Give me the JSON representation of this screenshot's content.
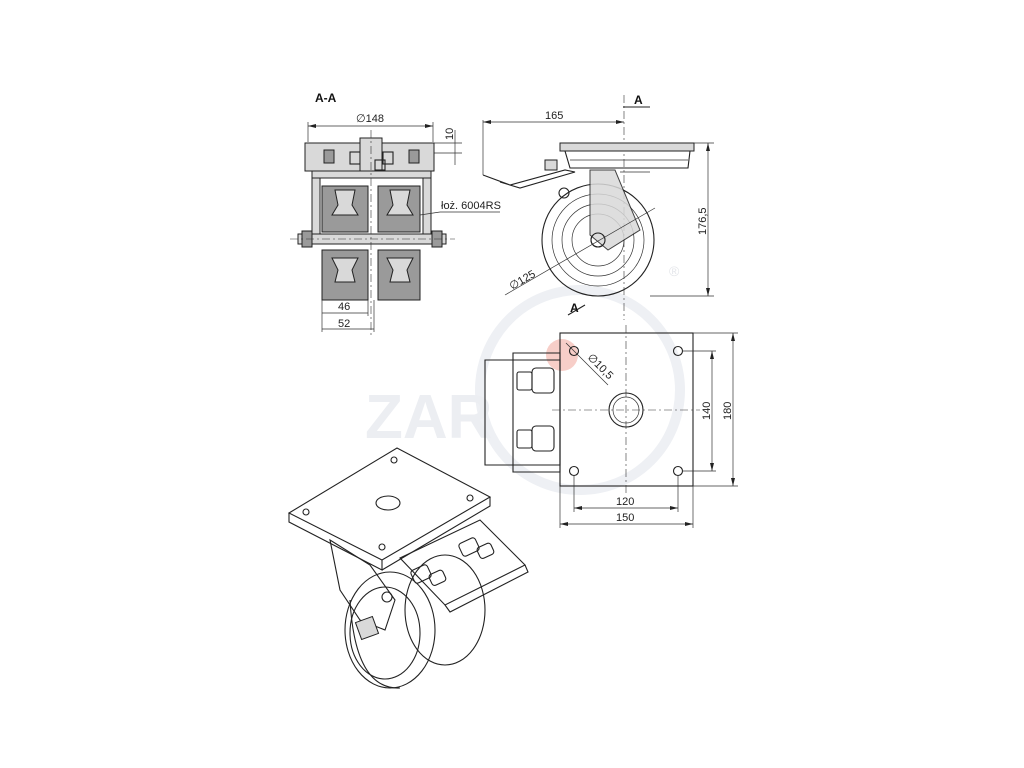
{
  "section_label": "A-A",
  "section_marks": [
    "A",
    "A"
  ],
  "dims": {
    "plate_diameter": "∅148",
    "plate_thickness": "10",
    "bearing_note": "łoż. 6004RS",
    "tread_inner": "46",
    "tread_outer": "52",
    "offset": "165",
    "height": "176,5",
    "wheel_diameter": "∅125",
    "hole_diameter": "∅10,5",
    "hole_spacing_y": "140",
    "plate_size_y": "180",
    "hole_spacing_x": "120",
    "plate_size_x": "150"
  },
  "watermark": {
    "text": "ZAR",
    "mark": "®"
  },
  "icons": [
    "bolt-icon",
    "brake-pedal-icon",
    "wheel-icon"
  ],
  "colors": {
    "line": "#222222",
    "fill_light": "#d9d9d9",
    "fill_dark": "#9a9a9a",
    "watermark": "#eceef2",
    "watermark_red": "#f4b9b0"
  }
}
